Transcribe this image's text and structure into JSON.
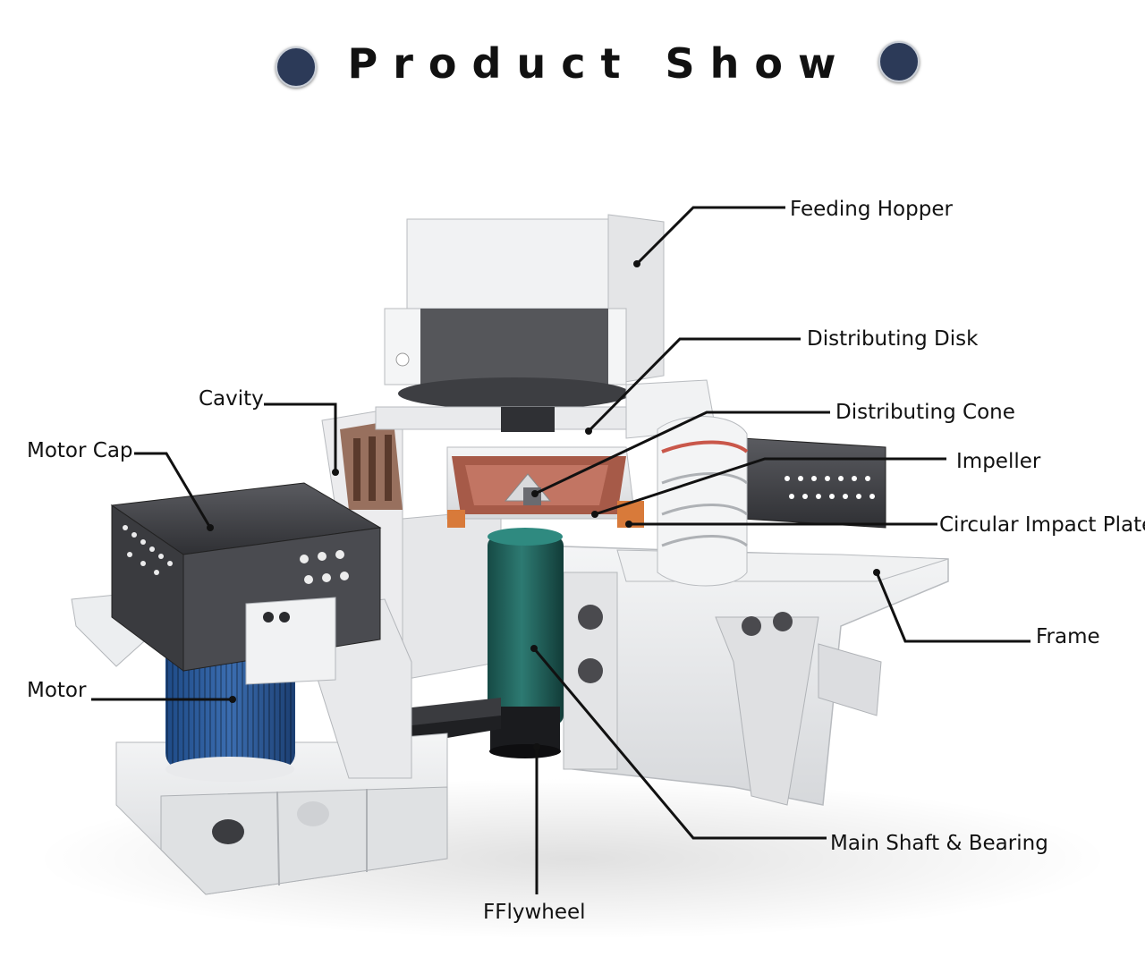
{
  "header": {
    "title": "Product Show"
  },
  "colors": {
    "dot": "#2c3a58",
    "frame": "#e9eaec",
    "motor": "#2d5a9a",
    "shaft": "#1f5a55",
    "impeller": "#b5654f",
    "dark": "#3c3c3f",
    "line": "#111111"
  },
  "labels": {
    "feeding_hopper": "Feeding Hopper",
    "distributing_disk": "Distributing Disk",
    "distributing_cone": "Distributing Cone",
    "impeller": "Impeller",
    "circular_impact_plate": "Circular Impact Plate",
    "frame": "Frame",
    "main_shaft_bearing": "Main Shaft & Bearing",
    "flywheel": "FFlywheel",
    "cavity": "Cavity",
    "motor_cap": "Motor Cap",
    "motor": "Motor"
  },
  "icons": {
    "header_left": "circle-bullet-icon",
    "header_right": "circle-bullet-icon"
  }
}
